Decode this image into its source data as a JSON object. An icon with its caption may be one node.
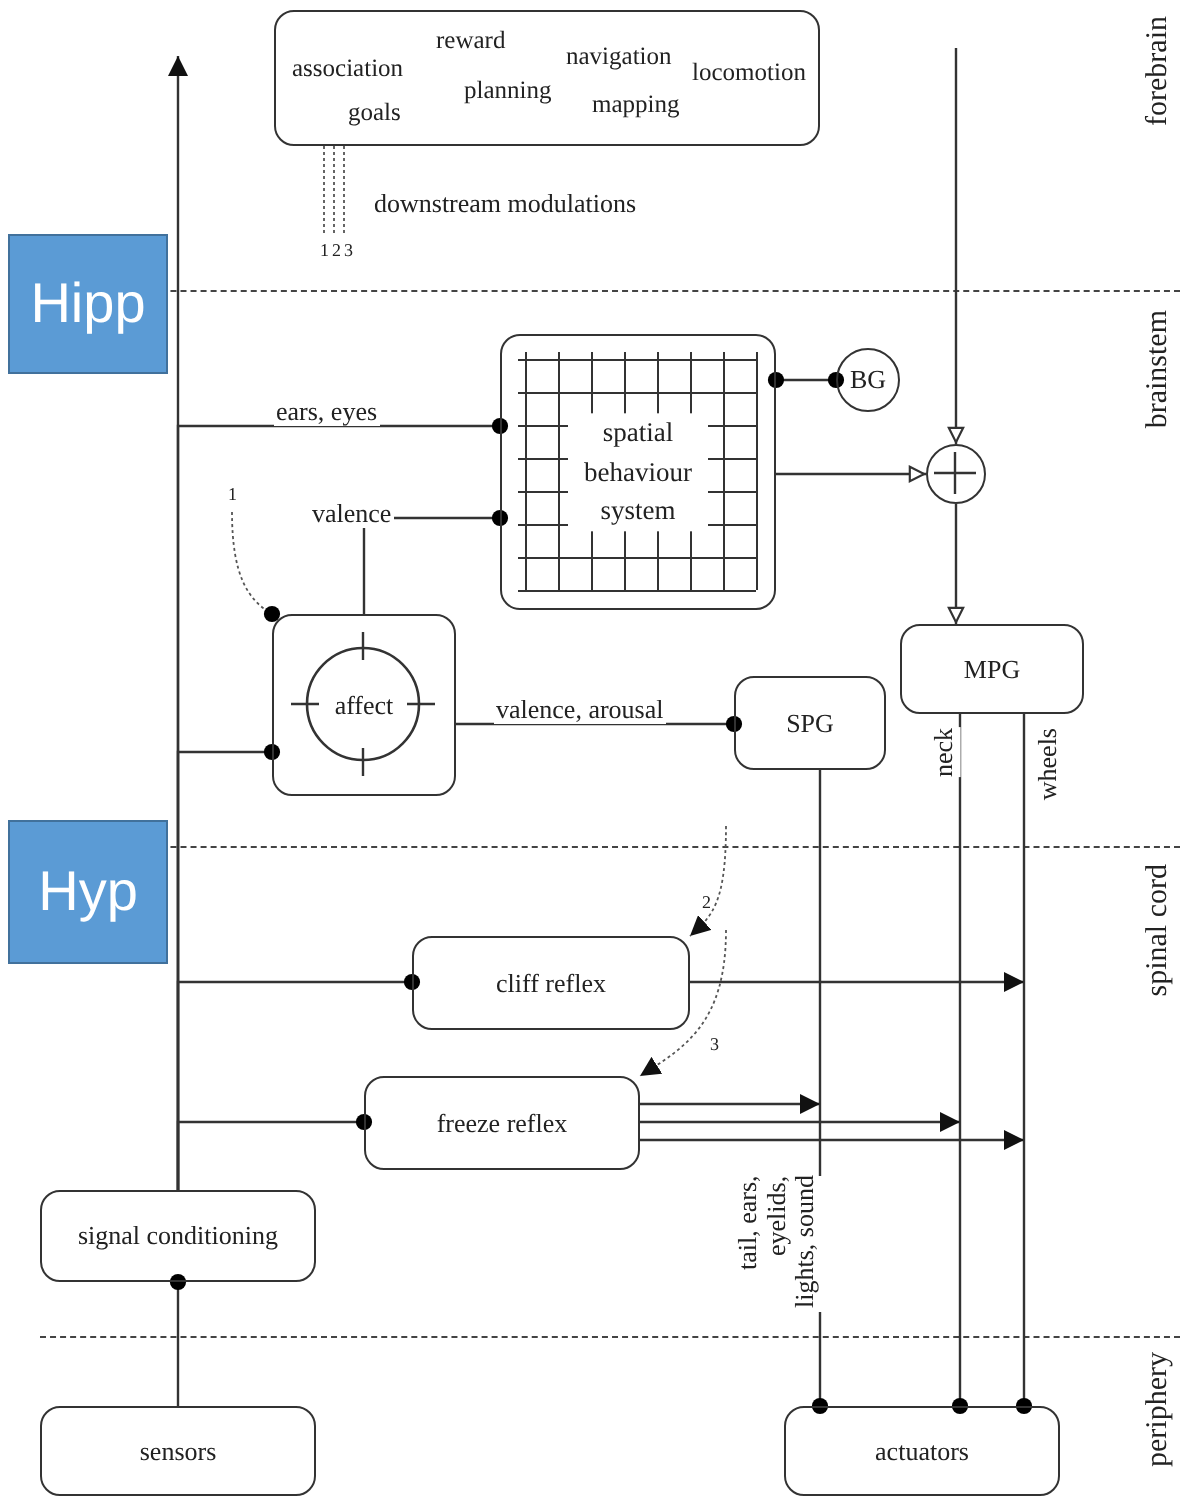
{
  "diagram": {
    "nodes": [
      {
        "text": [
          "association",
          "goals",
          "reward",
          "planning",
          "navigation",
          "mapping",
          "locomotion"
        ]
      },
      {
        "text": [
          "Hipp"
        ]
      },
      {
        "text": [
          "spatial behaviour system"
        ]
      },
      {
        "text": [
          "BG"
        ]
      },
      {
        "text": [],
        "shape": "circle"
      },
      {
        "text": [
          "affect"
        ]
      },
      {
        "text": [
          "SPG"
        ]
      },
      {
        "text": [
          "MPG"
        ]
      },
      {
        "text": [
          "Hyp"
        ]
      },
      {
        "text": [
          "cliff reflex"
        ]
      },
      {
        "text": [
          "freeze reflex"
        ]
      },
      {
        "text": [
          "signal conditioning"
        ]
      },
      {
        "text": [
          "sensors"
        ]
      },
      {
        "text": [
          "actuators"
        ]
      }
    ],
    "edges": [
      {
        "from": 11,
        "to": null,
        "arrow": "to"
      },
      {
        "from": 11,
        "to": 2,
        "arrow": "other",
        "label": "ears, eyes"
      },
      {
        "from": 11,
        "to": 5,
        "arrow": "other"
      },
      {
        "from": 11,
        "to": 9,
        "arrow": "other"
      },
      {
        "from": 11,
        "to": 10,
        "arrow": "other"
      },
      {
        "from": 12,
        "to": 11,
        "arrow": "other"
      },
      {
        "from": 5,
        "to": 2,
        "arrow": "other",
        "label": "valence"
      },
      {
        "from": 2,
        "to": 3,
        "arrow": "other"
      },
      {
        "from": 2,
        "to": 4,
        "arrow": "to"
      },
      {
        "from": null,
        "to": 4,
        "arrow": "to"
      },
      {
        "from": 4,
        "to": 7,
        "arrow": "to"
      },
      {
        "from": 5,
        "to": 6,
        "arrow": "other",
        "label": "valence, arousal"
      },
      {
        "from": 6,
        "to": 13,
        "arrow": "other",
        "label": "tail, ears, eyelids, lights, sound"
      },
      {
        "from": 7,
        "to": 13,
        "arrow": "other",
        "label": "neck"
      },
      {
        "from": 7,
        "to": 13,
        "arrow": "other",
        "label": "wheels"
      },
      {
        "from": 9,
        "to": null,
        "arrow": "to"
      },
      {
        "from": 10,
        "to": null,
        "arrow": "to"
      },
      {
        "from": 10,
        "to": null,
        "arrow": "to"
      },
      {
        "from": 10,
        "to": null,
        "arrow": "to"
      },
      {
        "from": 0,
        "to": null,
        "arrow": "none",
        "label": "1",
        "style": "dashed"
      },
      {
        "from": 0,
        "to": null,
        "arrow": "none",
        "label": "2",
        "style": "dashed"
      },
      {
        "from": 0,
        "to": null,
        "arrow": "none",
        "label": "3",
        "style": "dashed"
      },
      {
        "from": null,
        "to": 5,
        "arrow": "other",
        "label": "1",
        "style": "dashed"
      },
      {
        "from": null,
        "to": 9,
        "arrow": "to",
        "label": "2",
        "style": "dashed"
      },
      {
        "from": null,
        "to": 10,
        "arrow": "to",
        "label": "3",
        "style": "dashed"
      }
    ],
    "labels": [
      "downstream modulations",
      "forebrain",
      "brainstem",
      "spinal cord",
      "periphery"
    ]
  }
}
